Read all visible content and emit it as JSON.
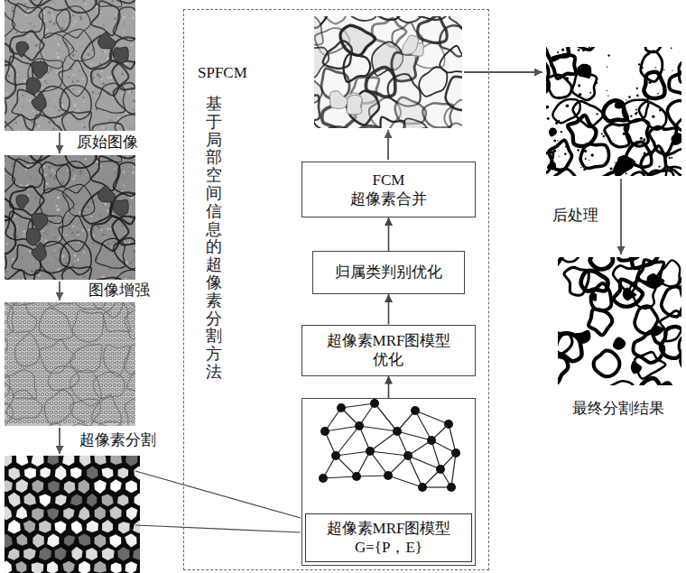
{
  "diagram": {
    "nodes": [
      {
        "text": [
          "SPFCM",
          "基于局部空间信息的超像素分割方法"
        ]
      },
      {
        "text": [
          "超像素MRF图模型 G={P，E}"
        ],
        "in": 0
      },
      {
        "text": [
          "超像素MRF图模型 优化"
        ],
        "in": 0
      },
      {
        "text": [
          "归属类判别优化"
        ],
        "in": 0
      },
      {
        "text": [
          "FCM 超像素合并"
        ],
        "in": 0
      }
    ],
    "edges": [
      {
        "from": 1,
        "to": 2,
        "arrow": "to"
      },
      {
        "from": 2,
        "to": 3,
        "arrow": "to"
      },
      {
        "from": 3,
        "to": 4,
        "arrow": "to"
      }
    ],
    "labels": [
      "原始图像",
      "图像增强",
      "超像素分割",
      "后处理",
      "最终分割结果"
    ]
  }
}
